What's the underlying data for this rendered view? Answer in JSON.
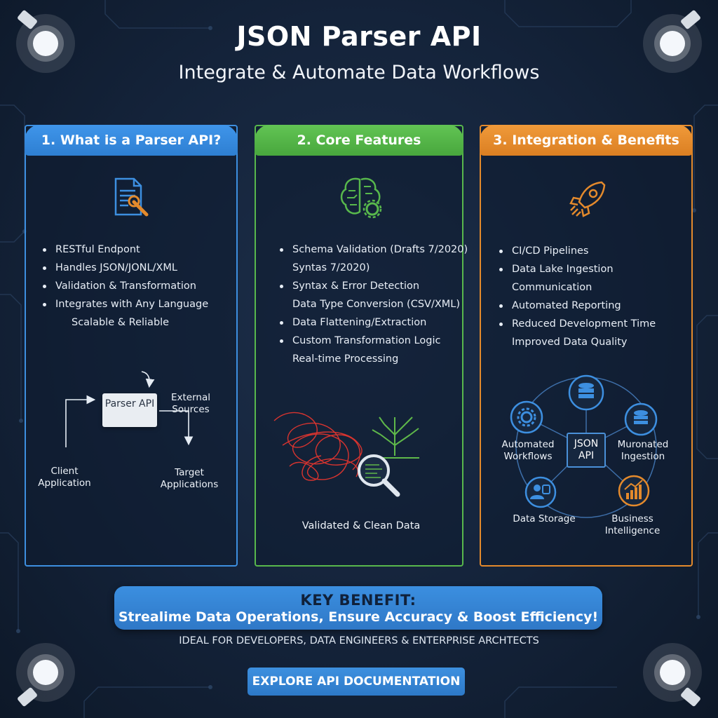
{
  "header": {
    "title": "JSON Parser API",
    "subtitle": "Integrate & Automate Data Workflows"
  },
  "colors": {
    "blue": "#3d8fe0",
    "green": "#58b84c",
    "orange": "#e48a2c",
    "background": "#14233a"
  },
  "panels": [
    {
      "title": "1. What is a Parser API?",
      "icon": "document-wrench-icon",
      "items": [
        "RESTful Endpont",
        "Handles JSON/JONL/XML",
        "Validation & Transformation",
        "Integrates with Any Language",
        "Scalable & Reliable"
      ],
      "diagram": {
        "parser": "Parser API",
        "external": "External Sources",
        "client": "Client Application",
        "target": "Target Applications"
      }
    },
    {
      "title": "2. Core Features",
      "icon": "brain-gear-icon",
      "items": [
        "Schema Validation (Drafts 7/2020)",
        "Syntas 7/2020)",
        "Syntax & Error Detection",
        "Data Type Conversion (CSV/XML)",
        "Data Flattening/Extraction",
        "Custom Transformation Logic",
        "Real-time Processing"
      ],
      "caption": "Validated & Clean Data"
    },
    {
      "title": "3. Integration & Benefits",
      "icon": "rocket-icon",
      "items": [
        "CI/CD Pipelines",
        "Data Lake Ingestion",
        "Communication",
        "Automated Reporting",
        "Reduced Development Time",
        "Improved Data Quality"
      ],
      "hub": {
        "center": "JSON API",
        "automated": "Automated Workflows",
        "ingestion": "Muronated Ingestion",
        "storage": "Data Storage",
        "bi": "Business Intelligence"
      }
    }
  ],
  "benefit": {
    "title": "KEY BENEFIT:",
    "text": "Strealime Data Operations, Ensure Accuracy & Boost Efficiency!"
  },
  "audience": "IDEAL FOR DEVELOPERS, DATA ENGINEERS & ENTERPRISE ARCHTECTS",
  "cta": "EXPLORE API DOCUMENTATION"
}
